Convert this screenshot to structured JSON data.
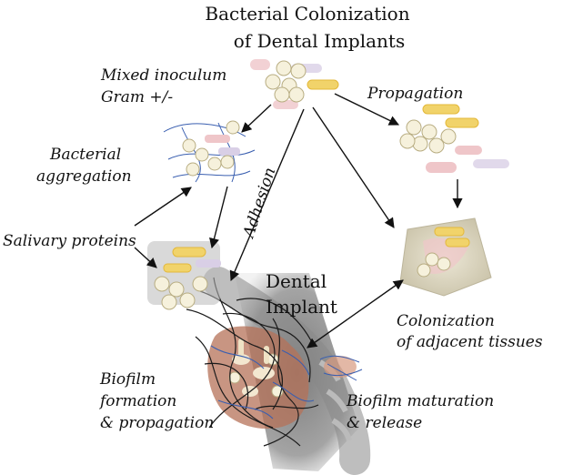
{
  "title": {
    "line1": "Bacterial Colonization",
    "line2": "of Dental Implants"
  },
  "labels": {
    "mixed_inoculum_1": "Mixed inoculum",
    "mixed_inoculum_2": "Gram +/-",
    "propagation": "Propagation",
    "bacterial_aggregation_1": "Bacterial",
    "bacterial_aggregation_2": "aggregation",
    "adhesion": "Adhesion",
    "salivary_proteins": "Salivary proteins",
    "dental_implant_1": "Dental",
    "dental_implant_2": "Implant",
    "colonization_1": "Colonization",
    "colonization_2": "of adjacent tissues",
    "biofilm_formation_1": "Biofilm",
    "biofilm_formation_2": "formation",
    "biofilm_formation_3": "& propagation",
    "biofilm_maturation_1": "Biofilm maturation",
    "biofilm_maturation_2": "& release"
  },
  "colors": {
    "coccus_fill": "#f6f1dc",
    "coccus_stroke": "#b8ad82",
    "rod_yellow": "#f1d36a",
    "rod_pink": "#efc6c9",
    "rod_lilac": "#d9cfe6",
    "fiber_blue": "#3a5fb0",
    "fiber_dark": "#1a1a1a",
    "implant_gray": "#8a8a8a",
    "tissue": "#d8d2bf",
    "biofilm_brown": "#a8624a",
    "arrow": "#111111"
  },
  "icons": [
    "mixed-inoculum-cluster-icon",
    "bacterial-aggregate-icon",
    "propagation-cluster-icon",
    "salivary-protein-cluster-icon",
    "tissue-block-icon",
    "dental-implant-icon",
    "biofilm-mass-icon",
    "released-biofilm-icon"
  ]
}
